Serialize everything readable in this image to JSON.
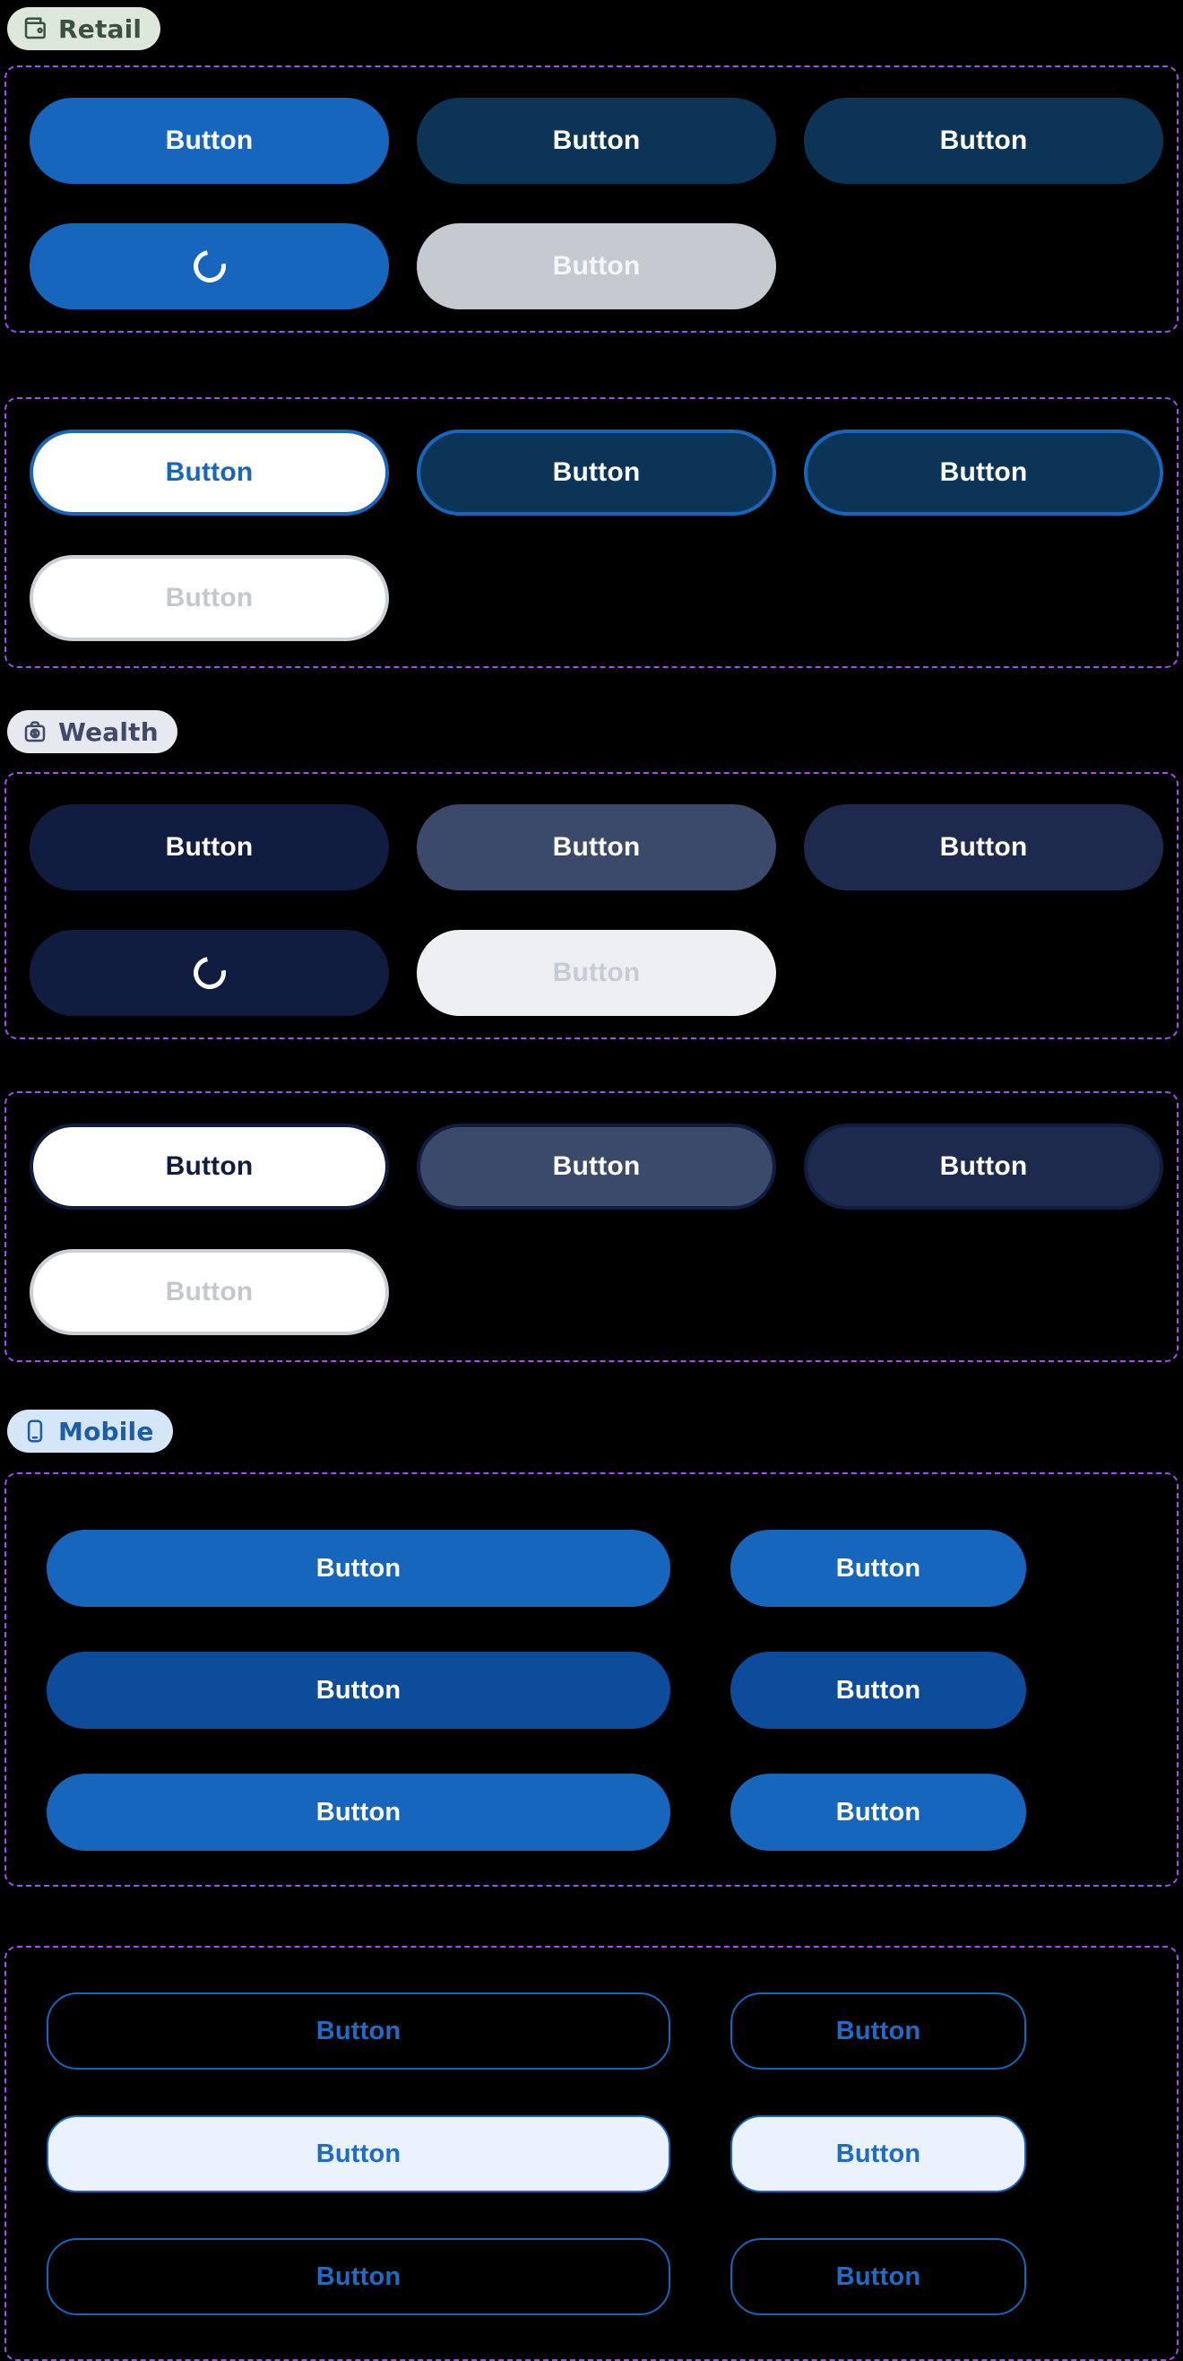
{
  "page": {
    "background": "#000000",
    "frame_border_color": "#A050F2"
  },
  "badges": {
    "retail": {
      "label": "Retail",
      "icon": "wallet-icon",
      "bg": "#DDE7DA",
      "fg": "#3A513F"
    },
    "wealth": {
      "label": "Wealth",
      "icon": "briefcase-dollar-icon",
      "bg": "#E7E9F1",
      "fg": "#414A69"
    },
    "mobile": {
      "label": "Mobile",
      "icon": "smartphone-icon",
      "bg": "#D5E6F9",
      "fg": "#1B5CAB"
    }
  },
  "retail_filled": {
    "primary": {
      "label": "Button"
    },
    "secondary": {
      "label": "Button"
    },
    "tertiary": {
      "label": "Button"
    },
    "loading": {
      "label": "",
      "state": "loading"
    },
    "disabled": {
      "label": "Button",
      "state": "disabled"
    }
  },
  "retail_outlined": {
    "primary": {
      "label": "Button"
    },
    "secondary": {
      "label": "Button"
    },
    "tertiary": {
      "label": "Button"
    },
    "disabled": {
      "label": "Button",
      "state": "disabled"
    }
  },
  "wealth_filled": {
    "primary": {
      "label": "Button"
    },
    "secondary": {
      "label": "Button"
    },
    "tertiary": {
      "label": "Button"
    },
    "loading": {
      "label": "",
      "state": "loading"
    },
    "disabled": {
      "label": "Button",
      "state": "disabled"
    }
  },
  "wealth_outlined": {
    "primary": {
      "label": "Button"
    },
    "secondary": {
      "label": "Button"
    },
    "tertiary": {
      "label": "Button"
    },
    "disabled": {
      "label": "Button",
      "state": "disabled"
    }
  },
  "mobile_filled": {
    "rows": [
      {
        "large": "Button",
        "small": "Button",
        "state": "default"
      },
      {
        "large": "Button",
        "small": "Button",
        "state": "pressed"
      },
      {
        "large": "Button",
        "small": "Button",
        "state": "default"
      }
    ]
  },
  "mobile_outlined": {
    "rows": [
      {
        "large": "Button",
        "small": "Button",
        "state": "default"
      },
      {
        "large": "Button",
        "small": "Button",
        "state": "pressed-light"
      },
      {
        "large": "Button",
        "small": "Button",
        "state": "default"
      }
    ]
  },
  "colors": {
    "retail_primary_blue": "#1766BE",
    "retail_dark_navy": "#0C3456",
    "disabled_gray_bg": "#C5CAD1",
    "outline_disabled_border": "#CBCFD6",
    "wealth_navy": "#101C40",
    "wealth_slate": "#3B4A6B",
    "wealth_dark_slate": "#1D2A4D",
    "wealth_disabled_bg": "#EDEFF2",
    "mobile_pressed_blue": "#0D4C9B",
    "mobile_light_blue_bg": "#E9F2FD",
    "mobile_text_blue": "#1E6CC7"
  }
}
